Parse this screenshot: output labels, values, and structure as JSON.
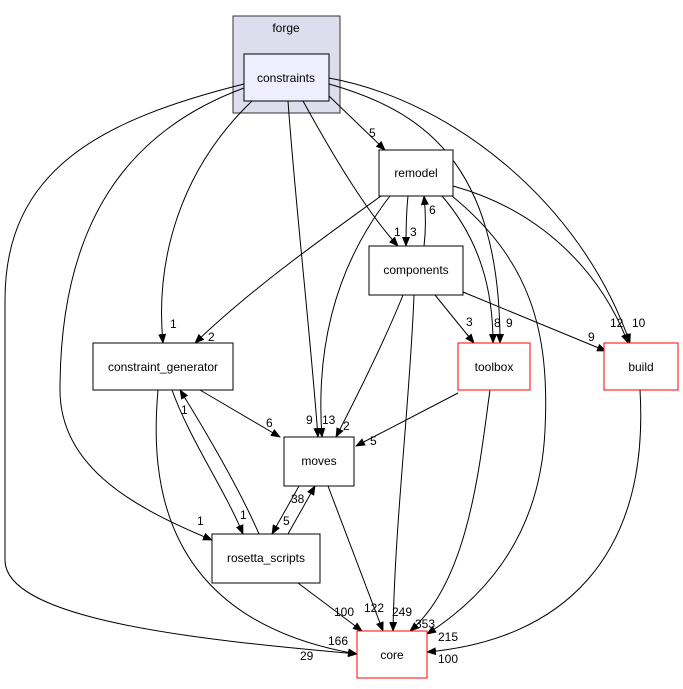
{
  "cluster": {
    "label": "forge",
    "fill": "#ddddee"
  },
  "nodes": {
    "constraints": "constraints",
    "remodel": "remodel",
    "components": "components",
    "constraint_generator": "constraint_generator",
    "toolbox": "toolbox",
    "build": "build",
    "moves": "moves",
    "rosetta_scripts": "rosetta_scripts",
    "core": "core"
  },
  "colors": {
    "highlight_node_fill": "#eeeeff",
    "external_border": "#ff0000",
    "normal_border": "#000000"
  },
  "edge_labels": {
    "constraints_remodel": "5",
    "constraints_components": "1",
    "remodel_components": "3",
    "components_remodel": "6",
    "constraints_constraint_generator": "1",
    "remodel_constraint_generator": "2",
    "constraints_moves": "9",
    "remodel_moves": "13",
    "components_moves": "2",
    "toolbox_moves": "5",
    "constraint_generator_moves": "6",
    "components_toolbox": "3",
    "remodel_toolbox": "8",
    "constraints_toolbox": "9",
    "components_build": "9",
    "remodel_build": "12",
    "constraints_build": "10",
    "constraints_rosetta_scripts": "1",
    "constraint_generator_rosetta_scripts": "1",
    "rosetta_scripts_constraint_generator": "1",
    "moves_rosetta_scripts": "5",
    "rosetta_scripts_moves": "38",
    "rosetta_scripts_core": "100",
    "moves_core": "122",
    "components_core": "249",
    "toolbox_core": "353",
    "remodel_core": "215",
    "build_core": "100",
    "constraints_core": "166",
    "constraint_generator_core": "29"
  }
}
